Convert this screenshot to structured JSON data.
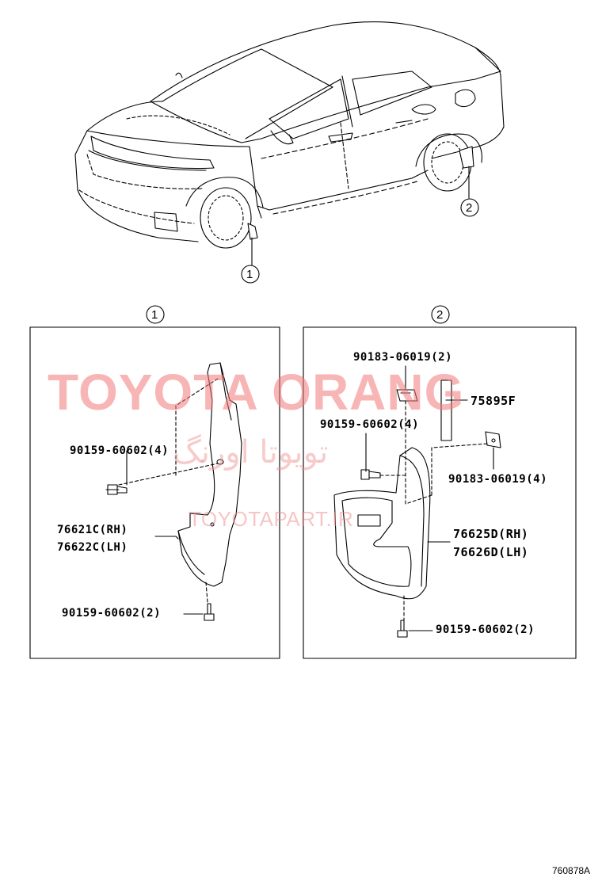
{
  "callouts": {
    "front": "1",
    "rear": "2",
    "panel_left_heading": "1",
    "panel_right_heading": "2"
  },
  "left_panel": {
    "screw_upper": "90159-60602(4)",
    "mudguard_rh": "76621C(RH)",
    "mudguard_lh": "76622C(LH)",
    "screw_lower": "90159-60602(2)"
  },
  "right_panel": {
    "nut_upper": "90183-06019(2)",
    "seal": "75895F",
    "screw_upper": "90159-60602(4)",
    "nut_right": "90183-06019(4)",
    "mudguard_rh": "76625D(RH)",
    "mudguard_lh": "76626D(LH)",
    "screw_lower": "90159-60602(2)"
  },
  "watermarks": {
    "brand": "TOYOTA ORANG",
    "brand_fa": "تویوتا اورنگ",
    "site": "TOYOTAPART.IR"
  },
  "reference_code": "760878A"
}
